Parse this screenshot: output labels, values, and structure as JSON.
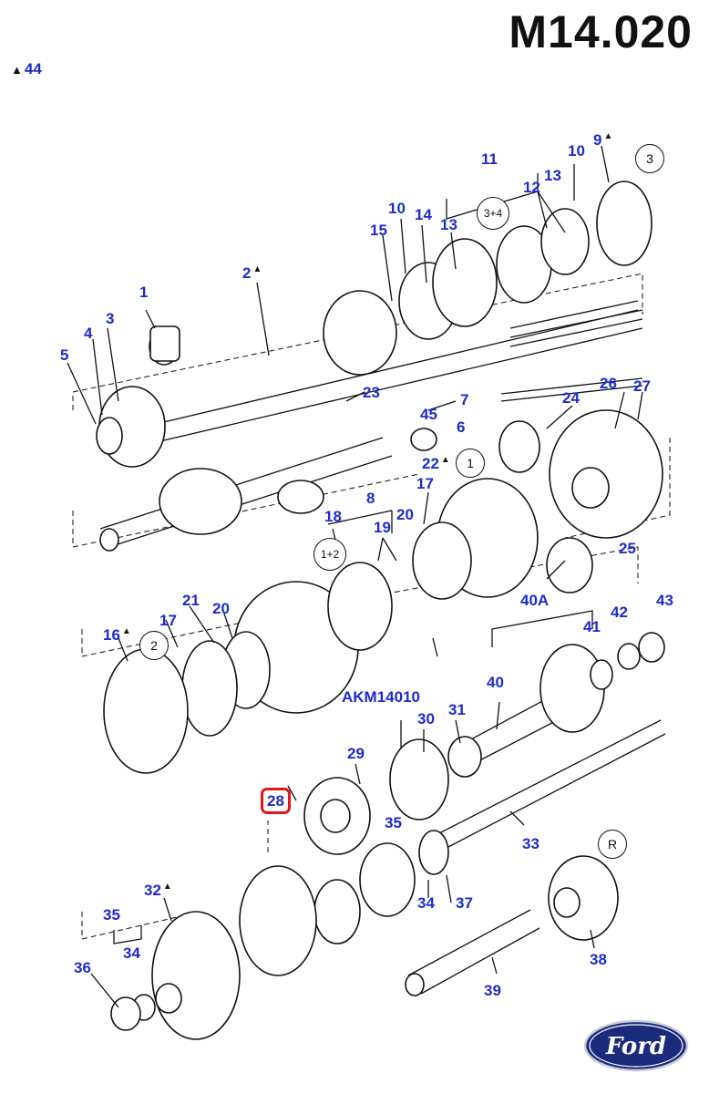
{
  "diagram": {
    "title": "M14.020",
    "note": {
      "marker": "▲",
      "number": "44"
    },
    "labels": [
      {
        "id": "l1",
        "text": "1"
      },
      {
        "id": "l2",
        "text": "2",
        "marker": true
      },
      {
        "id": "l3",
        "text": "3"
      },
      {
        "id": "l4",
        "text": "4"
      },
      {
        "id": "l5",
        "text": "5"
      },
      {
        "id": "l6",
        "text": "6"
      },
      {
        "id": "l7",
        "text": "7"
      },
      {
        "id": "l8",
        "text": "8"
      },
      {
        "id": "l9",
        "text": "9",
        "marker": true
      },
      {
        "id": "l10a",
        "text": "10"
      },
      {
        "id": "l10b",
        "text": "10"
      },
      {
        "id": "l11",
        "text": "11"
      },
      {
        "id": "l12",
        "text": "12"
      },
      {
        "id": "l13a",
        "text": "13"
      },
      {
        "id": "l13b",
        "text": "13"
      },
      {
        "id": "l14",
        "text": "14"
      },
      {
        "id": "l15",
        "text": "15"
      },
      {
        "id": "l16",
        "text": "16",
        "marker": true
      },
      {
        "id": "l17a",
        "text": "17"
      },
      {
        "id": "l17b",
        "text": "17"
      },
      {
        "id": "l18",
        "text": "18"
      },
      {
        "id": "l19",
        "text": "19"
      },
      {
        "id": "l20a",
        "text": "20"
      },
      {
        "id": "l20b",
        "text": "20"
      },
      {
        "id": "l21",
        "text": "21"
      },
      {
        "id": "l22",
        "text": "22",
        "marker": true
      },
      {
        "id": "l23",
        "text": "23"
      },
      {
        "id": "l24",
        "text": "24"
      },
      {
        "id": "l25",
        "text": "25"
      },
      {
        "id": "l26",
        "text": "26"
      },
      {
        "id": "l27",
        "text": "27"
      },
      {
        "id": "l28",
        "text": "28",
        "highlight": true
      },
      {
        "id": "l29",
        "text": "29"
      },
      {
        "id": "l30",
        "text": "30"
      },
      {
        "id": "l31",
        "text": "31"
      },
      {
        "id": "l32",
        "text": "32",
        "marker": true
      },
      {
        "id": "l33",
        "text": "33"
      },
      {
        "id": "l34a",
        "text": "34"
      },
      {
        "id": "l34b",
        "text": "34"
      },
      {
        "id": "l35a",
        "text": "35"
      },
      {
        "id": "l35b",
        "text": "35"
      },
      {
        "id": "l36",
        "text": "36"
      },
      {
        "id": "l37",
        "text": "37"
      },
      {
        "id": "l38",
        "text": "38"
      },
      {
        "id": "l39",
        "text": "39"
      },
      {
        "id": "l40",
        "text": "40"
      },
      {
        "id": "l40A",
        "text": "40A"
      },
      {
        "id": "l41",
        "text": "41"
      },
      {
        "id": "l42",
        "text": "42"
      },
      {
        "id": "l43",
        "text": "43"
      },
      {
        "id": "l45",
        "text": "45"
      },
      {
        "id": "lakm",
        "text": "AKM14010"
      }
    ],
    "circles": [
      {
        "id": "c3",
        "text": "3"
      },
      {
        "id": "c34",
        "text": "3+4"
      },
      {
        "id": "c1",
        "text": "1"
      },
      {
        "id": "c12",
        "text": "1+2"
      },
      {
        "id": "c2",
        "text": "2"
      },
      {
        "id": "cR",
        "text": "R"
      }
    ],
    "logo": "Ford",
    "colors": {
      "label": "#1d2bd0",
      "highlight": "#e3141c",
      "logo": "#1b2a7a"
    }
  }
}
